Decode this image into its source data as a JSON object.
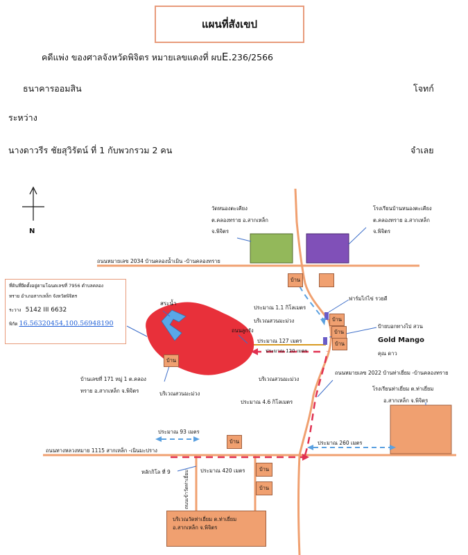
{
  "header": {
    "title": "แผนที่สังเขป",
    "case_line": "คดีแพ่ง   ของศาลจังหวัดพิจิตร  หมายเลขแดงที่ ผบ",
    "case_suffix": "E.",
    "case_number": "236/2566",
    "plaintiff": "ธนาคารออมสิน",
    "plaintiff_role": "โจทก์",
    "between": "ระหว่าง",
    "defendant": "นางดาวรีร ชัยสุวิรัตน์  ที่ 1  กับพวกรวม  2  คน",
    "defendant_role": "จำเลย"
  },
  "compass": {
    "north": "N"
  },
  "labels": {
    "temple_top": [
      "วัดหนองตะเคียง",
      "ต.คลองทราย อ.สากเหล็ก",
      "จ.พิจิตร"
    ],
    "school_top": [
      "โรงเรียนบ้านหนองตะเคียง",
      "ต.คลองทราย อ.สากเหล็ก",
      "จ.พิจิตร"
    ],
    "road_2034": "ถนนหมายเลข  2034  บ้านคลองน้ำเมิน -บ้านคลองทราย",
    "pond": "สระน้ำ",
    "dist_1_1": "ประมาณ   1.1  กิโลเมตร",
    "mango1": "บริเวณสวนมะม่วง",
    "dirt_road": "ถนนลูกรัง",
    "dist_127": "ประมาณ   127  เมตร",
    "dist_120": "ประมาณ   120  เมตร",
    "chicken": "ฟาร์มไก่ไข่  รวยดี",
    "sign_label": "ป้ายบอกทางไป สวน",
    "gold_mango": "Gold Mango",
    "owner": "คุณ ดาว",
    "house_171": [
      "บ้านเลขที่ 171 หมู่ 1  ต.คลอง",
      "ทราย อ.สากเหล็ก จ.พิจิตร"
    ],
    "mango2": "บริเวณสวนมะม่วง",
    "mango3": "บริเวณสวนมะม่วง",
    "road_2022": "ถนนหมายเลข  2022  บ้านท่าเยี่ยม -บ้านคลองทราย",
    "school_ty": [
      "โรงเรียนท่าเยี่ยม ต.ท่าเยี่ยม",
      "อ.สากเหล็ก จ.พิจิตร"
    ],
    "dist_4_6": "ประมาณ   4.6  กิโลเมตร",
    "dist_93": "ประมาณ   93   เมตร",
    "dist_260": "ประมาณ   260  เมตร",
    "road_1115": "ถนนทางหลวงหมาย  1115  สากเหล็ก -เนินมะปราง",
    "km9": "หลักกิโล  ที่  9",
    "dist_420": "ประมาณ   420  เมตร",
    "vertical_road": "ถนนเข้าวัดท่าเยี่ยม",
    "temple_ty": [
      "บริเวณวัดท่าเยี่ยม ต.ท่าเยี่ยม",
      "อ.สากเหล็ก จ.พิจิตร"
    ],
    "house": "บ้าน"
  },
  "info_box": {
    "line1": "ที่ดินที่ยึดตั้งอยู่ตามโฉนดเลขที่  7956  ตำบลคลอง",
    "line2": "ทราย  อำเภอสากเหล็ก  จังหวัดพิจิตร",
    "grid_label": "ระวาง",
    "grid_value": "5142 III 6632",
    "coord_label": "พิกัด",
    "coord_value": "16.56320454,100.56948190"
  },
  "colors": {
    "road": "#f0a070",
    "parcel": "#e8303a",
    "pond": "#5aa7e8",
    "temple_green": "#93b85a",
    "school_purple": "#8050b8",
    "house_orange": "#f0a070",
    "route_red": "#e03050",
    "route_blue": "#5aa0e0"
  }
}
